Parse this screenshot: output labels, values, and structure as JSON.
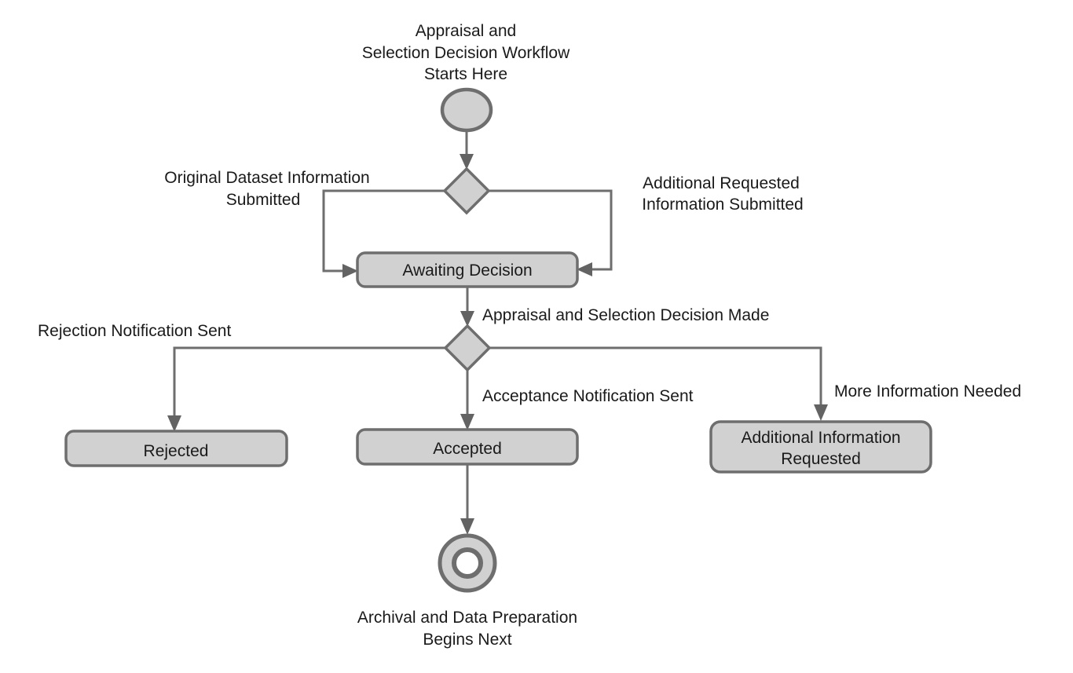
{
  "diagram": {
    "colors": {
      "background": "#ffffff",
      "node_fill": "#d1d1d1",
      "node_stroke": "#6e6e6e",
      "connector": "#6e6e6e",
      "arrowhead": "#636363",
      "text": "#1a1a1a"
    },
    "start_note": {
      "lines": [
        "Appraisal and",
        "Selection Decision Workflow",
        "Starts Here"
      ]
    },
    "end_note": {
      "lines": [
        "Archival and Data Preparation",
        "Begins Next"
      ]
    },
    "nodes": {
      "awaiting": {
        "label": "Awaiting Decision"
      },
      "rejected": {
        "label": "Rejected"
      },
      "accepted": {
        "label": "Accepted"
      },
      "additional": {
        "lines": [
          "Additional Information",
          "Requested"
        ]
      }
    },
    "edges": {
      "original_submitted": {
        "lines": [
          "Original Dataset Information",
          "Submitted"
        ]
      },
      "additional_submitted": {
        "lines": [
          "Additional Requested",
          "Information Submitted"
        ]
      },
      "decision_made": {
        "label": "Appraisal and Selection Decision Made"
      },
      "rejection_sent": {
        "label": "Rejection Notification Sent"
      },
      "acceptance_sent": {
        "label": "Acceptance Notification Sent"
      },
      "more_info": {
        "label": "More Information Needed"
      }
    }
  }
}
